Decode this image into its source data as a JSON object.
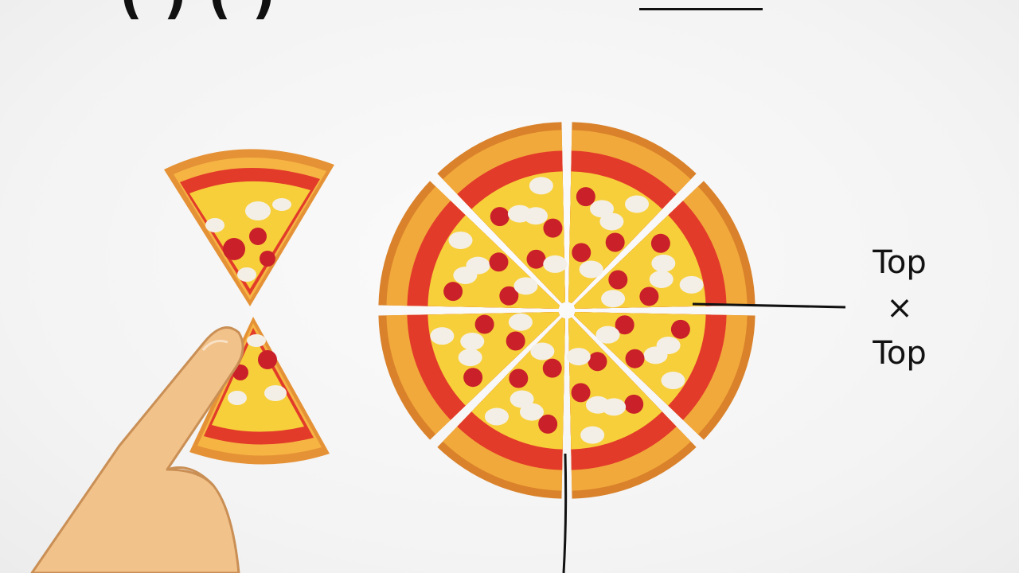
{
  "header": {
    "expression_partial": "(   )   (   )"
  },
  "label": {
    "line1": "Top",
    "operator": "×",
    "line2": "Top"
  },
  "colors": {
    "crust": "#f2a93b",
    "crust_dark": "#d9822b",
    "sauce": "#e23b2a",
    "cheese": "#f7cf3a",
    "pepperoni": "#c9202a",
    "mushroom": "#f4efe6",
    "skin": "#f2c28b",
    "skin_dark": "#d9a06a",
    "ink": "#111111"
  },
  "pizza": {
    "slices": 8,
    "separated_slices": 2
  }
}
